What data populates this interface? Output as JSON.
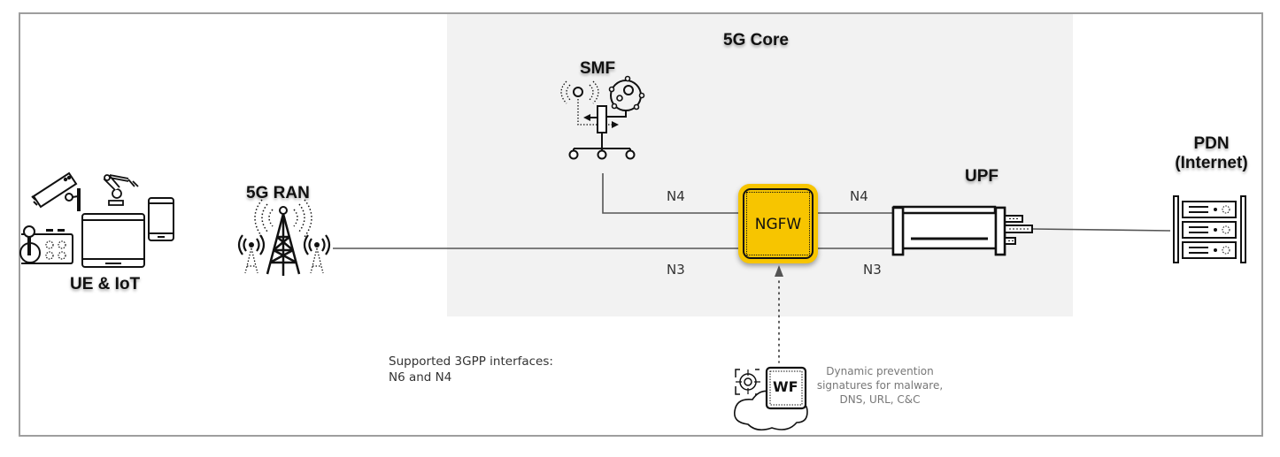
{
  "diagram": {
    "title": "5G Core",
    "nodes": {
      "ue": {
        "label": "UE & IoT",
        "icon": "ue-iot-devices-icon"
      },
      "ran": {
        "label": "5G RAN",
        "icon": "cell-tower-icon"
      },
      "smf": {
        "label": "SMF",
        "icon": "smf-network-icon"
      },
      "ngfw": {
        "label": "NGFW",
        "icon": "firewall-icon"
      },
      "upf": {
        "label": "UPF",
        "icon": "upf-pipe-icon"
      },
      "pdn": {
        "label_line1": "PDN",
        "label_line2": "(Internet)",
        "icon": "server-rack-icon"
      },
      "wf": {
        "label": "WF",
        "icon": "wildfire-cloud-icon"
      }
    },
    "interfaces": {
      "smf_ngfw": "N4",
      "ngfw_upf_top": "N4",
      "ran_ngfw": "N3",
      "ngfw_upf_bottom": "N3"
    },
    "notes": {
      "supported_line1": "Supported 3GPP interfaces:",
      "supported_line2": "N6 and N4",
      "wf_line1": "Dynamic prevention",
      "wf_line2": "signatures for malware,",
      "wf_line3": "DNS, URL, C&C"
    },
    "colors": {
      "ngfw_fill": "#f7c500",
      "core_background": "#f2f2f2",
      "frame_border": "#9e9e9e"
    }
  }
}
